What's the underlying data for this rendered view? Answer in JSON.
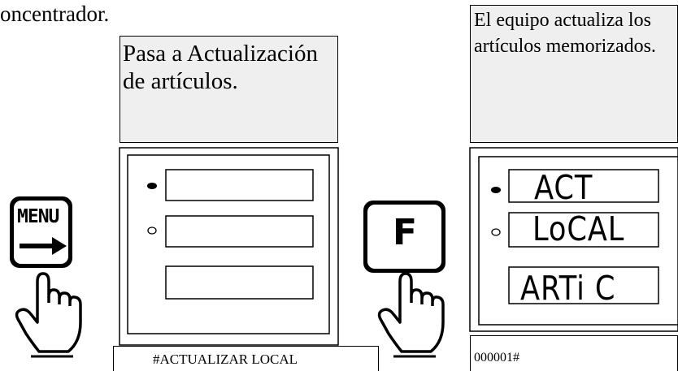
{
  "top_fragment": "oncentrador.",
  "left_panel": {
    "caption": "Pasa a Actualización de artículos.",
    "status_text": "#ACTUALIZAR LOCAL"
  },
  "right_panel": {
    "caption": "El equipo actualiza los artículos memorizados.",
    "display_lines": [
      "ACT",
      "LoCAL",
      "ARTi C"
    ],
    "status_text": "000001#"
  },
  "keys": {
    "menu_label": "MENU",
    "f_label": "F"
  }
}
